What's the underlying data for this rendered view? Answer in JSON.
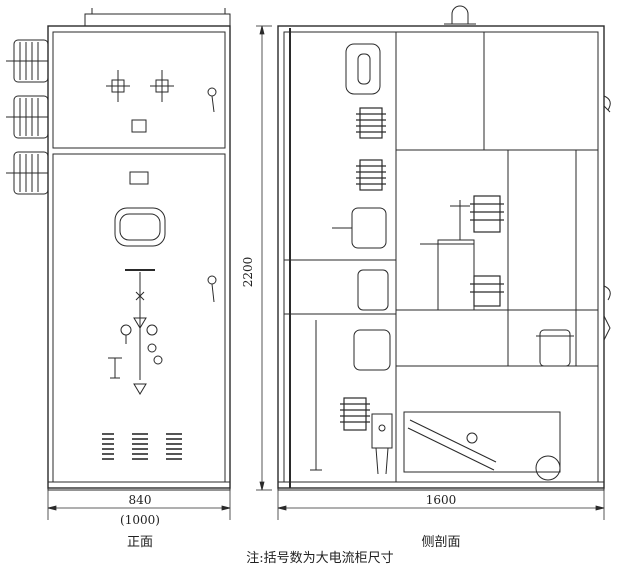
{
  "front_view": {
    "width_label": "840",
    "width_label_large": "(1000)",
    "caption": "正面"
  },
  "side_view": {
    "depth_label": "1600",
    "caption": "侧剖面"
  },
  "height_label": "2200",
  "note": "注:括号数为大电流柜尺寸",
  "colors": {
    "line": "#2a2a2a",
    "background": "#ffffff"
  }
}
